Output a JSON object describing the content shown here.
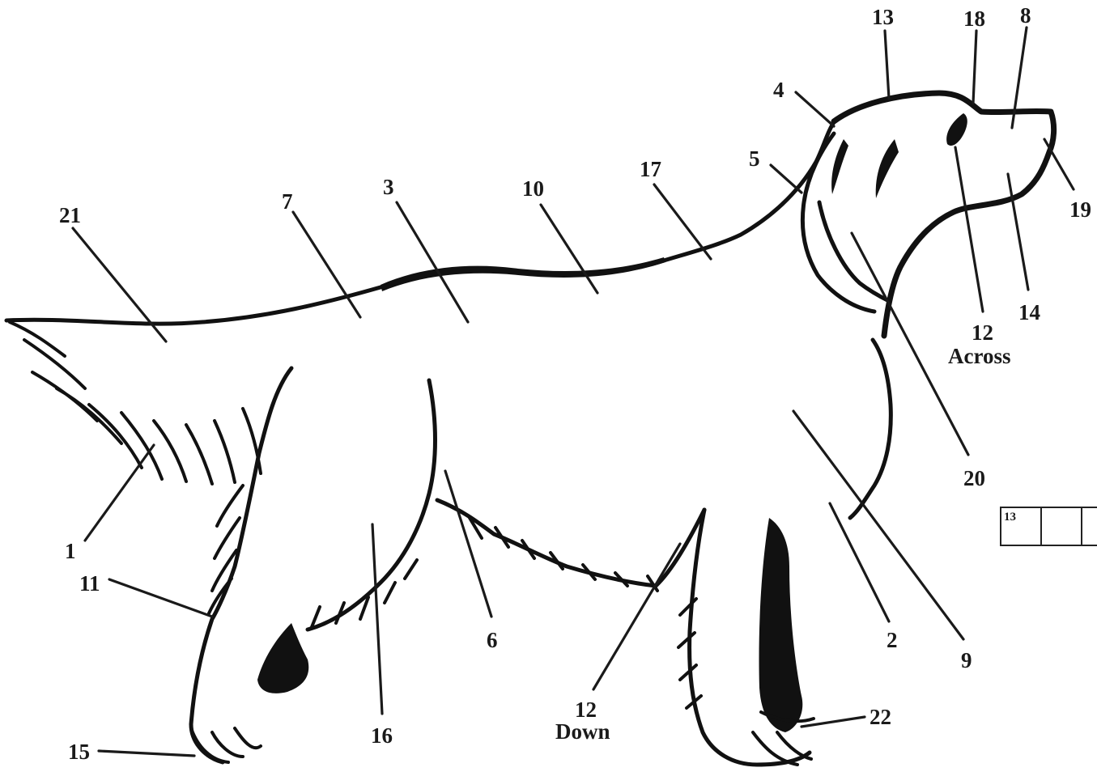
{
  "labels": {
    "l1": "1",
    "l2": "2",
    "l3": "3",
    "l4": "4",
    "l5": "5",
    "l6": "6",
    "l7": "7",
    "l8": "8",
    "l9": "9",
    "l10": "10",
    "l11": "11",
    "l12a": "12",
    "l12a_sub": "Across",
    "l12d": "12",
    "l12d_sub": "Down",
    "l13": "13",
    "l14": "14",
    "l15": "15",
    "l16": "16",
    "l17": "17",
    "l18": "18",
    "l19": "19",
    "l20": "20",
    "l21": "21",
    "l22": "22"
  },
  "grid": {
    "first_cell_number": "13"
  }
}
